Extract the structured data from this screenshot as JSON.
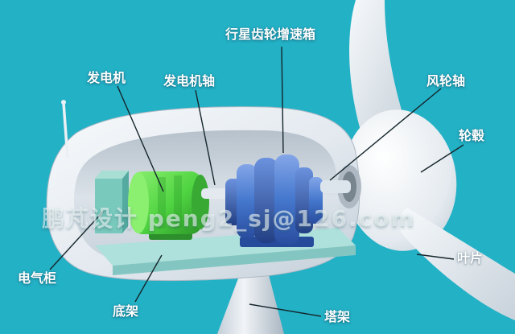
{
  "scene": {
    "title": "wind-turbine-nacelle-cutaway-diagram",
    "watermark": "鹏芃设计 peng2_sj@126.com",
    "labels": [
      {
        "id": "gearbox",
        "text": "行星齿轮增速箱"
      },
      {
        "id": "generator",
        "text": "发电机"
      },
      {
        "id": "generator_shaft",
        "text": "发电机轴"
      },
      {
        "id": "rotor_shaft",
        "text": "风轮轴"
      },
      {
        "id": "hub",
        "text": "轮毂"
      },
      {
        "id": "blade",
        "text": "叶片"
      },
      {
        "id": "tower",
        "text": "塔架"
      },
      {
        "id": "base_frame",
        "text": "底架"
      },
      {
        "id": "electrical_cabinet",
        "text": "电气柜"
      }
    ],
    "colors": {
      "background": "#23b1c6",
      "generator_green": "#4fd341",
      "gearbox_blue": "#4477cd",
      "base_plate_teal": "#aee0dc",
      "nacelle_white": "#edf1f5",
      "label_text": "#ffffff",
      "leader_line": "#15262c"
    }
  }
}
